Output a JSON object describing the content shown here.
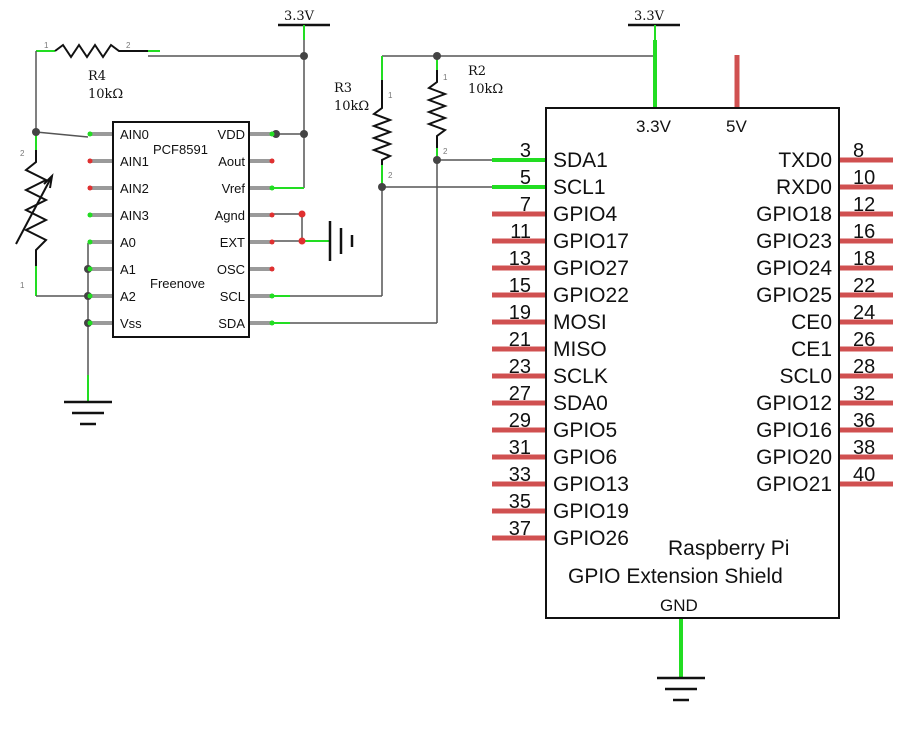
{
  "power": {
    "vcc_left": "3.3V",
    "vcc_right": "3.3V"
  },
  "resistors": [
    {
      "ref": "R4",
      "value": "10kΩ"
    },
    {
      "ref": "R3",
      "value": "10kΩ"
    },
    {
      "ref": "R2",
      "value": "10kΩ"
    }
  ],
  "resistor_pin_numbers": {
    "one": "1",
    "two": "2"
  },
  "pcf": {
    "name": "PCF8591",
    "maker": "Freenove",
    "left_pins": [
      "AIN0",
      "AIN1",
      "AIN2",
      "AIN3",
      "A0",
      "A1",
      "A2",
      "Vss"
    ],
    "right_pins": [
      "VDD",
      "Aout",
      "Vref",
      "Agnd",
      "EXT",
      "OSC",
      "SCL",
      "SDA"
    ]
  },
  "rpi": {
    "title_line1": "Raspberry Pi",
    "title_line2": "GPIO Extension Shield",
    "top_pins": [
      "3.3V",
      "5V"
    ],
    "gnd_label": "GND",
    "left_pins": [
      {
        "num": "3",
        "name": "SDA1"
      },
      {
        "num": "5",
        "name": "SCL1"
      },
      {
        "num": "7",
        "name": "GPIO4"
      },
      {
        "num": "11",
        "name": "GPIO17"
      },
      {
        "num": "13",
        "name": "GPIO27"
      },
      {
        "num": "15",
        "name": "GPIO22"
      },
      {
        "num": "19",
        "name": "MOSI"
      },
      {
        "num": "21",
        "name": "MISO"
      },
      {
        "num": "23",
        "name": "SCLK"
      },
      {
        "num": "27",
        "name": "SDA0"
      },
      {
        "num": "29",
        "name": "GPIO5"
      },
      {
        "num": "31",
        "name": "GPIO6"
      },
      {
        "num": "33",
        "name": "GPIO13"
      },
      {
        "num": "35",
        "name": "GPIO19"
      },
      {
        "num": "37",
        "name": "GPIO26"
      }
    ],
    "right_pins": [
      {
        "num": "8",
        "name": "TXD0"
      },
      {
        "num": "10",
        "name": "RXD0"
      },
      {
        "num": "12",
        "name": "GPIO18"
      },
      {
        "num": "16",
        "name": "GPIO23"
      },
      {
        "num": "18",
        "name": "GPIO24"
      },
      {
        "num": "22",
        "name": "GPIO25"
      },
      {
        "num": "24",
        "name": "CE0"
      },
      {
        "num": "26",
        "name": "CE1"
      },
      {
        "num": "28",
        "name": "SCL0"
      },
      {
        "num": "32",
        "name": "GPIO12"
      },
      {
        "num": "36",
        "name": "GPIO16"
      },
      {
        "num": "38",
        "name": "GPIO20"
      },
      {
        "num": "40",
        "name": "GPIO21"
      }
    ]
  },
  "colors": {
    "wire_green": "#22dd22",
    "pin_red": "#c84040",
    "pin_gray": "#9a9a9a"
  }
}
